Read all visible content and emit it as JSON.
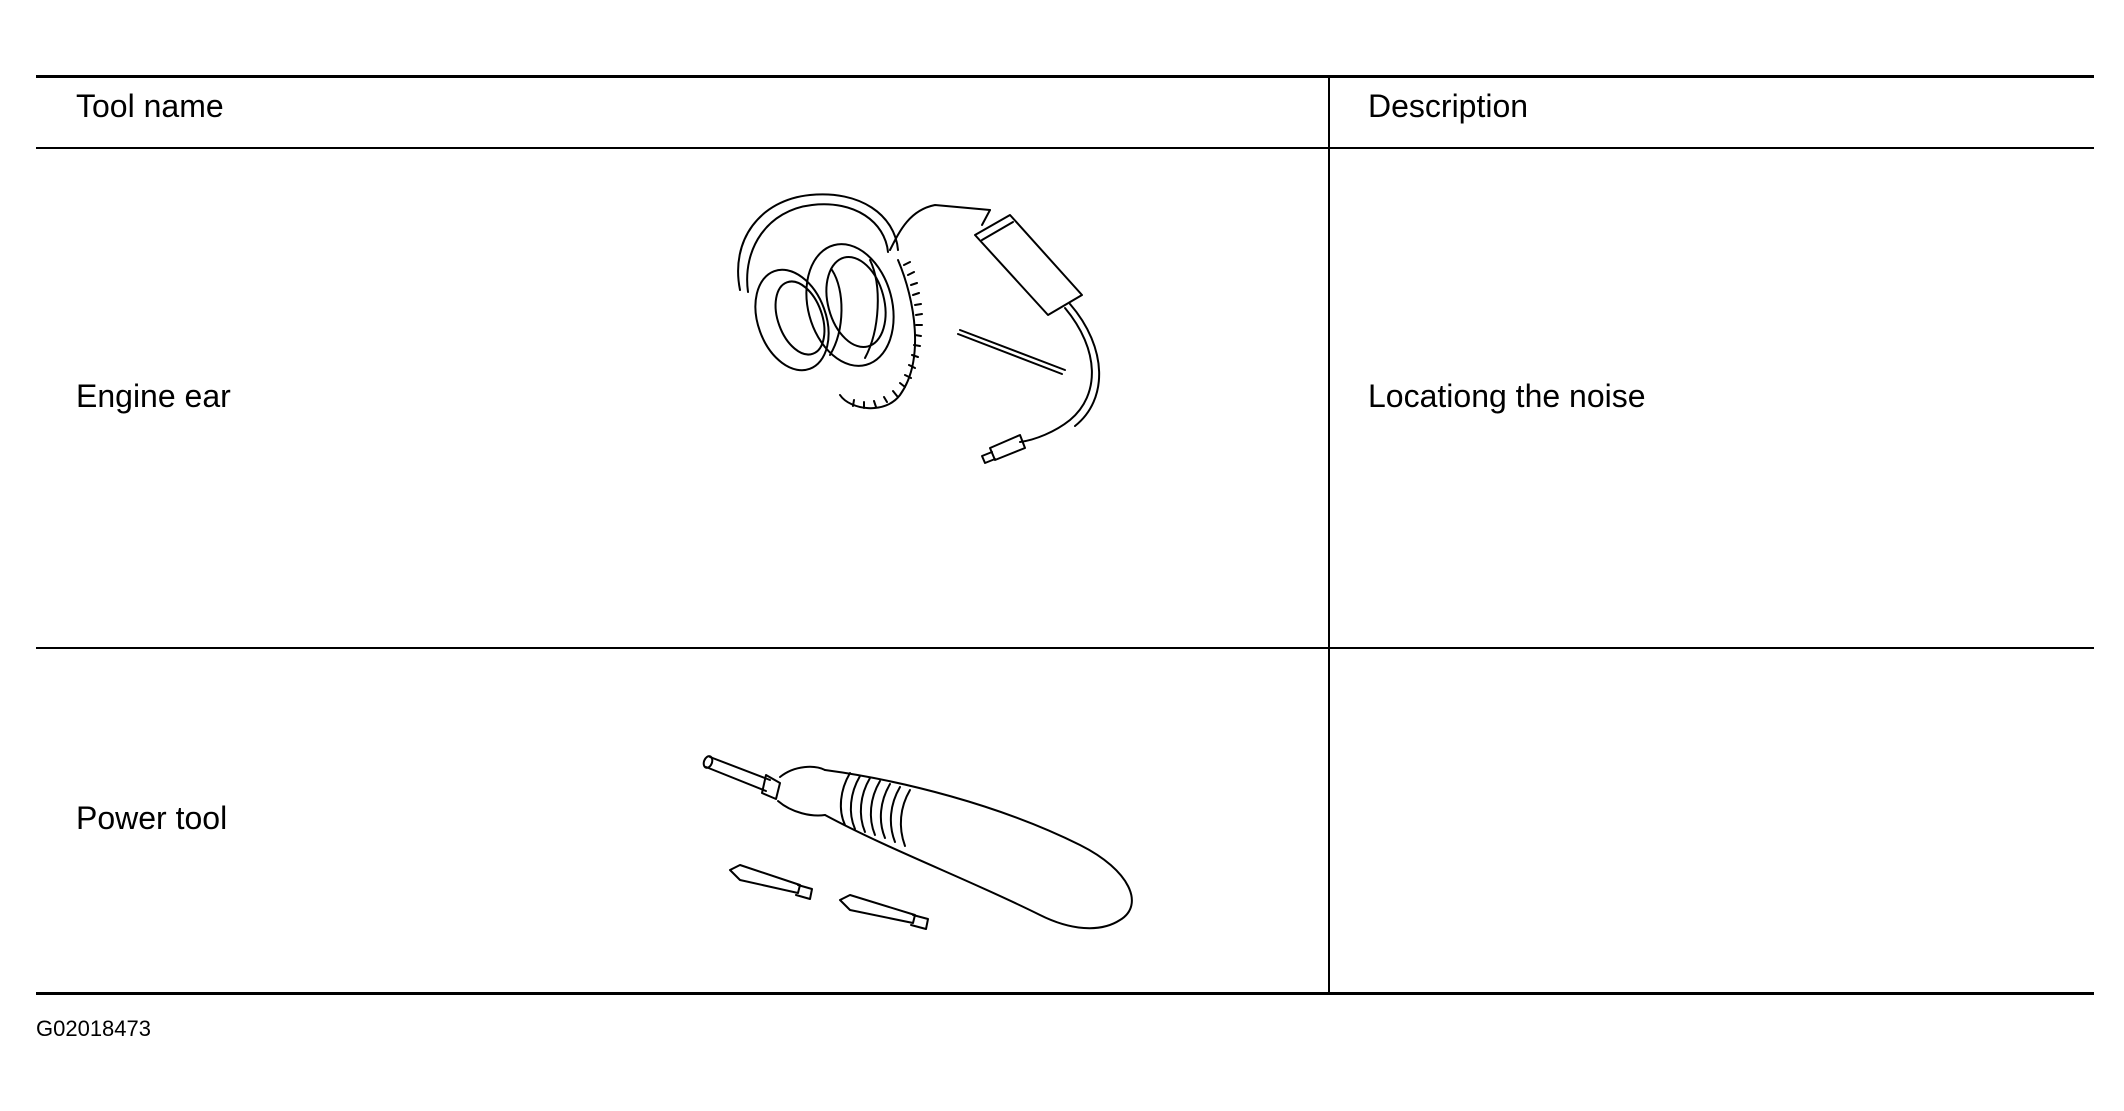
{
  "table": {
    "headers": {
      "tool_name": "Tool name",
      "description": "Description"
    },
    "rows": [
      {
        "tool_name": "Engine ear",
        "description": "Locationg the noise",
        "illustration_icon": "engine-ear-stethoscope-headphones"
      },
      {
        "tool_name": "Power tool",
        "description": "",
        "illustration_icon": "power-screwdriver-with-bits"
      }
    ]
  },
  "figure_id": "G02018473"
}
